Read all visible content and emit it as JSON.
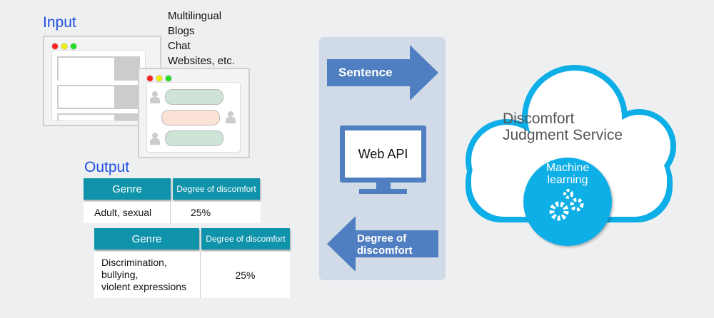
{
  "input": {
    "title": "Input",
    "sources": [
      "Multilingual",
      "Blogs",
      "Chat",
      "Websites, etc."
    ]
  },
  "output": {
    "title": "Output",
    "tables": [
      {
        "headers": [
          "Genre",
          "Degree of discomfort"
        ],
        "row": [
          "Adult, sexual",
          "25%"
        ]
      },
      {
        "headers": [
          "Genre",
          "Degree of discomfort"
        ],
        "row": [
          "Discrimination,\nbullying,\nviolent expressions",
          "25%"
        ]
      }
    ]
  },
  "api": {
    "request_label": "Sentence",
    "monitor_label": "Web API",
    "response_label": "Degree of\ndiscomfort"
  },
  "service": {
    "title": "Discomfort\nJudgment Service",
    "ml_label": "Machine\nlearning"
  },
  "colors": {
    "accent": "#1f4fe0",
    "table_header": "#0e93ab",
    "arrow": "#4f7fc1",
    "cloud": "#0eaee6"
  }
}
